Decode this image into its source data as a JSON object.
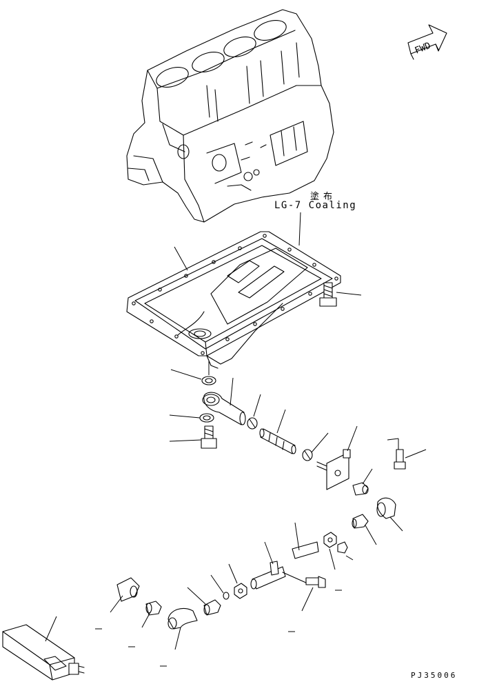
{
  "labels": {
    "fwd": "FWD",
    "coating_jp": "塗布",
    "coating": "LG-7 Coaling",
    "drawing_code": "PJ35006"
  }
}
